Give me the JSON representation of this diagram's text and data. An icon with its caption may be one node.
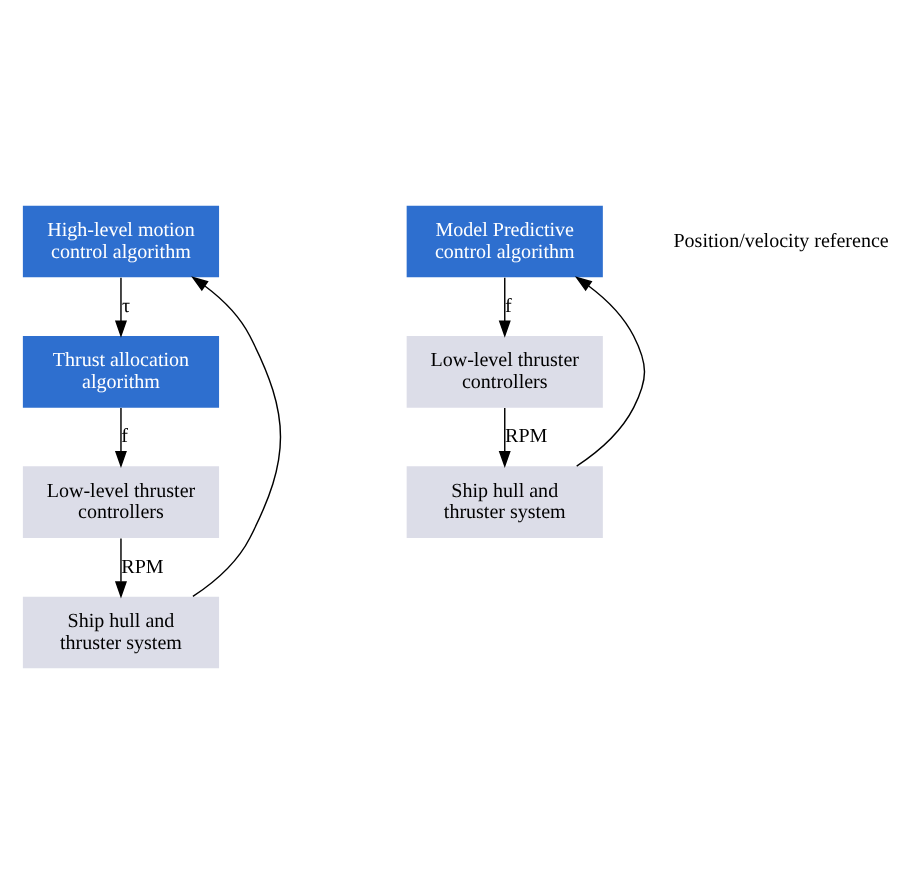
{
  "diagram": {
    "nodes": [
      {
        "text": [
          "High-level motion control algorithm"
        ]
      },
      {
        "text": [
          "Thrust allocation algorithm"
        ]
      },
      {
        "text": [
          "Low-level thruster controllers"
        ]
      },
      {
        "text": [
          "Ship hull and thruster system"
        ]
      },
      {
        "text": [
          "Model Predictive control algorithm"
        ]
      },
      {
        "text": [
          "Low-level thruster controllers"
        ]
      },
      {
        "text": [
          "Ship hull and thruster system"
        ]
      }
    ],
    "edges": [
      {
        "from": 0,
        "to": 1,
        "arrow": "to",
        "label": "τ"
      },
      {
        "from": 1,
        "to": 2,
        "arrow": "to",
        "label": "f"
      },
      {
        "from": 2,
        "to": 3,
        "arrow": "to",
        "label": "RPM"
      },
      {
        "from": 3,
        "to": 0,
        "arrow": "to"
      },
      {
        "from": 4,
        "to": 5,
        "arrow": "to",
        "label": "f"
      },
      {
        "from": 5,
        "to": 6,
        "arrow": "to",
        "label": "RPM"
      },
      {
        "from": 6,
        "to": 4,
        "arrow": "to"
      }
    ],
    "labels": [
      "Position/velocity reference"
    ]
  }
}
